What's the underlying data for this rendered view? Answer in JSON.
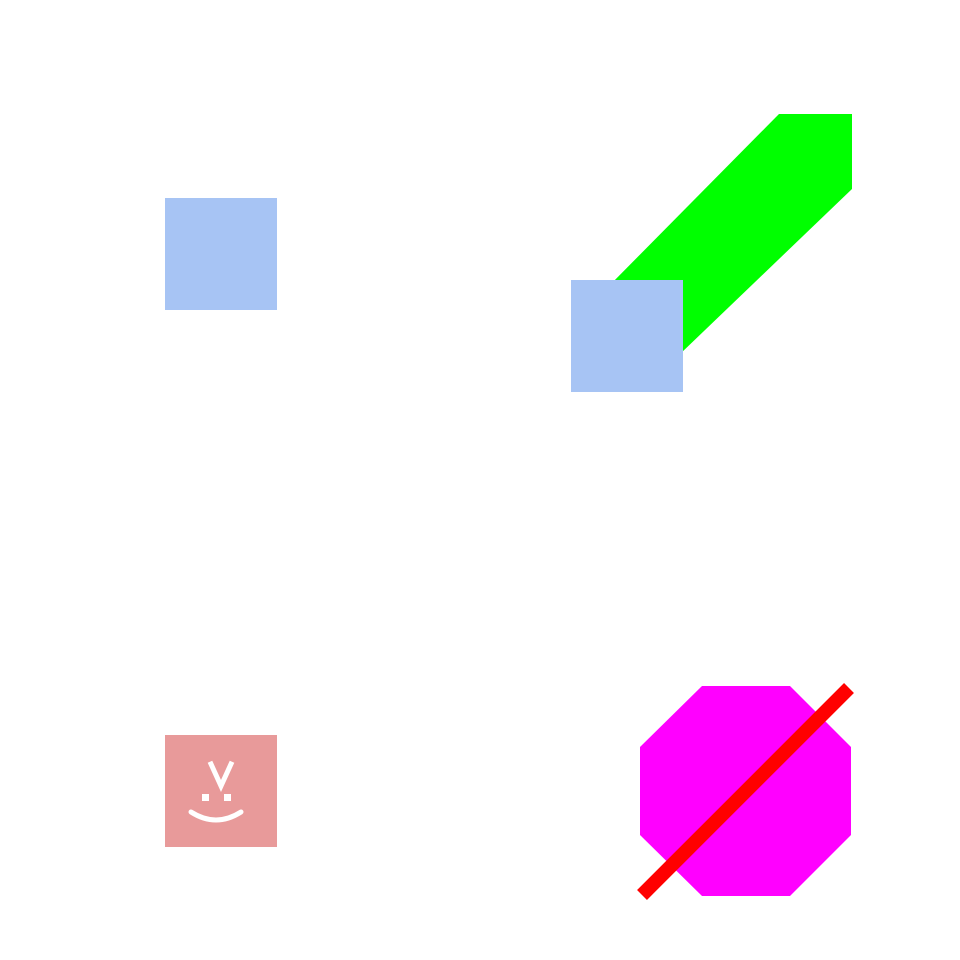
{
  "colors": {
    "background": "#ffffff",
    "blue_square": "#a7c4f4",
    "green_band": "#00ff00",
    "pink_square": "#e89a9a",
    "face_mark": "#ffffff",
    "octagon": "#ff00ff",
    "slash": "#ff0000"
  },
  "shapes": [
    "square",
    "diagonal-band",
    "square",
    "face-icon",
    "octagon",
    "slash-line"
  ]
}
